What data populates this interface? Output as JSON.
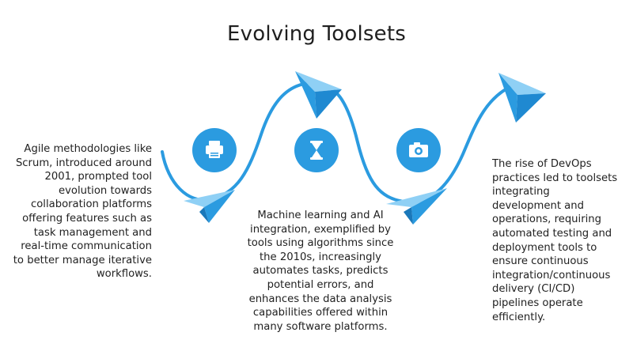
{
  "title": "Evolving Toolsets",
  "colors": {
    "accent": "#2b9be0",
    "plane_light": "#8fd0f5",
    "plane_dark": "#1f89d1",
    "icon_fill": "#ffffff"
  },
  "steps": [
    {
      "icon": "printer-icon",
      "text": "Agile methodologies like Scrum, introduced around 2001, prompted tool evolution towards collaboration platforms offering features such as task management and real-time communication to better manage iterative workflows."
    },
    {
      "icon": "hourglass-icon",
      "text": "Machine learning and AI integration, exemplified by tools using algorithms since the 2010s, increasingly automates tasks, predicts potential errors, and enhances the data analysis capabilities offered within many software platforms."
    },
    {
      "icon": "camera-icon",
      "text": "The rise of DevOps practices led to toolsets integrating development and operations, requiring automated testing and deployment tools to ensure continuous integration/continuous delivery (CI/CD) pipelines operate efficiently."
    }
  ]
}
